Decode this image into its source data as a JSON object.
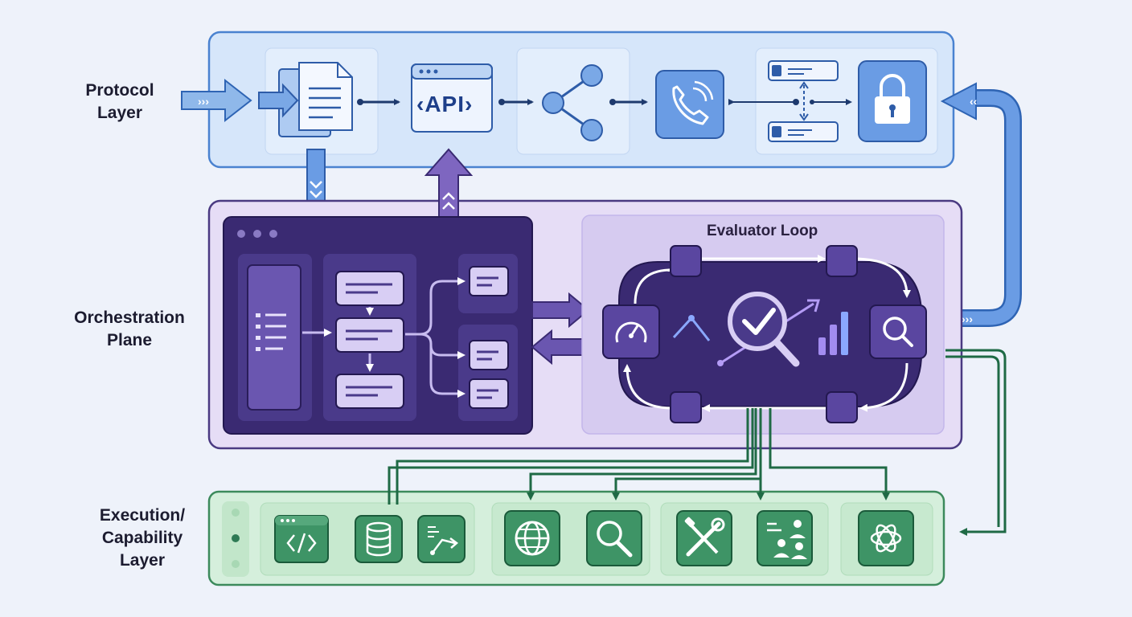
{
  "layers": {
    "protocol": {
      "label_lines": [
        "Protocol",
        "Layer"
      ],
      "accent": "#5a8fd8"
    },
    "orchestration": {
      "label_lines": [
        "Orchestration",
        "Plane"
      ],
      "accent": "#6a52a8"
    },
    "execution": {
      "label_lines": [
        "Execution/",
        "Capability",
        "Layer"
      ],
      "accent": "#2e7a55"
    }
  },
  "protocol_layer": {
    "api_box_label": "‹API›",
    "nodes": [
      "document-stack-icon",
      "api-window-icon",
      "share-nodes-icon",
      "phone-call-icon",
      "server-pair-icon",
      "lock-icon"
    ]
  },
  "orchestration_plane": {
    "evaluator": {
      "title": "Evaluator Loop",
      "nodes": [
        "gauge-icon",
        "trend-check-magnifier-icon",
        "bar-chart-icon",
        "search-icon"
      ]
    }
  },
  "execution_layer": {
    "tools": [
      "code-icon",
      "database-icon",
      "workflow-icon",
      "globe-icon",
      "search-icon",
      "tools-icon",
      "team-icon",
      "ai-model-icon"
    ]
  },
  "colors": {
    "protocol_fill": "#d6e6fa",
    "protocol_stroke": "#4a82d0",
    "orchestration_fill": "#e6ddf6",
    "orchestration_stroke": "#4a3a82",
    "execution_fill": "#d5efdc",
    "execution_stroke": "#3c8a5c",
    "dark_panel": "#3a2a72"
  }
}
